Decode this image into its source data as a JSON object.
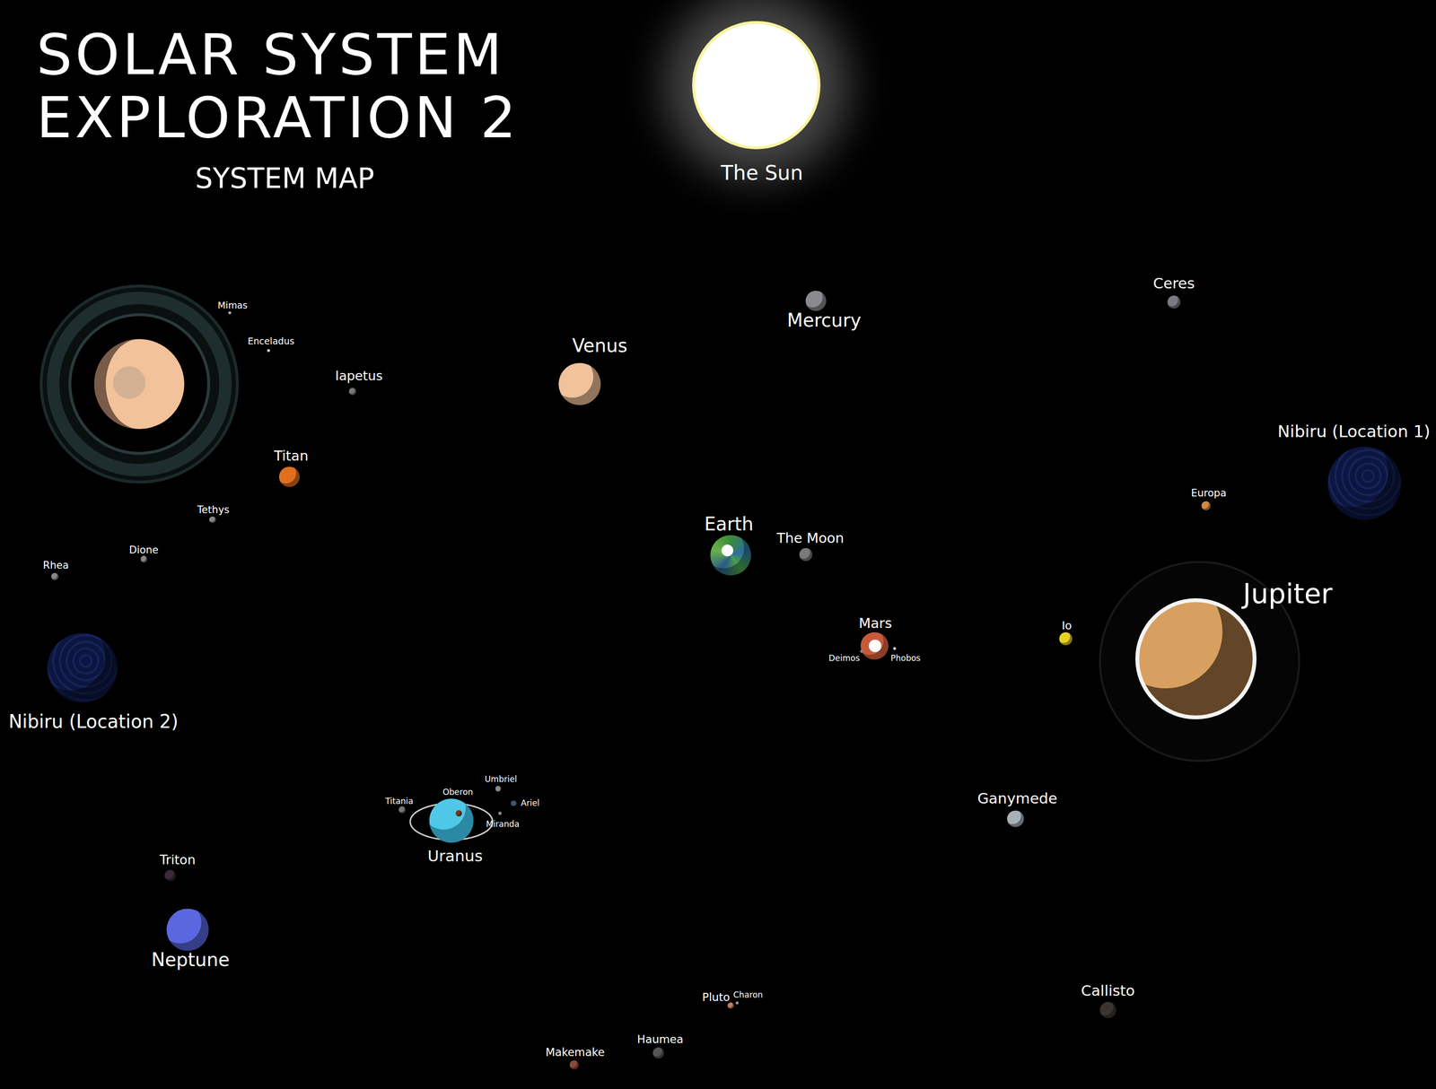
{
  "diagram": {
    "title": "SOLAR SYSTEM EXPLORATION 2",
    "nodes": [
      {
        "text": [
          "The Sun"
        ]
      },
      {
        "text": [
          "Mercury"
        ]
      },
      {
        "text": [
          "Ceres"
        ]
      },
      {
        "text": [
          "Mimas"
        ]
      },
      {
        "text": [
          "Enceladus"
        ]
      },
      {
        "text": [
          "Venus"
        ]
      },
      {
        "text": [
          "Iapetus"
        ]
      },
      {
        "text": [
          "Nibiru (Location 1)"
        ]
      },
      {
        "text": [
          "Titan"
        ]
      },
      {
        "text": [
          "Europa"
        ]
      },
      {
        "text": [
          "Tethys"
        ]
      },
      {
        "text": [
          "Earth"
        ]
      },
      {
        "text": [
          "The Moon"
        ]
      },
      {
        "text": [
          "Dione"
        ]
      },
      {
        "text": [
          "Rhea"
        ]
      },
      {
        "text": [
          "Jupiter"
        ]
      },
      {
        "text": [
          "Mars"
        ]
      },
      {
        "text": [
          "Deimos"
        ]
      },
      {
        "text": [
          "Phobos"
        ]
      },
      {
        "text": [
          "Io"
        ]
      },
      {
        "text": [
          "Nibiru (Location 2)"
        ]
      },
      {
        "text": [
          "Ganymede"
        ]
      },
      {
        "text": [
          "Uranus"
        ]
      },
      {
        "text": [
          "Umbriel"
        ]
      },
      {
        "text": [
          "Oberon"
        ]
      },
      {
        "text": [
          "Titania"
        ]
      },
      {
        "text": [
          "Ariel"
        ]
      },
      {
        "text": [
          "Miranda"
        ]
      },
      {
        "text": [
          "Triton"
        ]
      },
      {
        "text": [
          "Neptune"
        ]
      },
      {
        "text": [
          "Pluto"
        ]
      },
      {
        "text": [
          "Charon"
        ]
      },
      {
        "text": [
          "Callisto"
        ]
      },
      {
        "text": [
          "Haumea"
        ]
      },
      {
        "text": [
          "Makemake"
        ]
      }
    ],
    "labels": [
      "SYSTEM MAP"
    ]
  }
}
